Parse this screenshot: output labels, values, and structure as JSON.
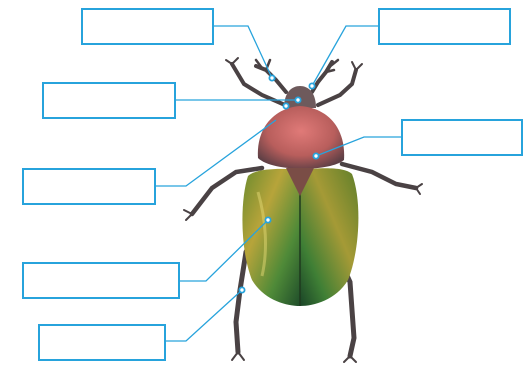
{
  "diagram": {
    "subject": "beetle",
    "accent_color": "#27a3dc",
    "labels": [
      {
        "id": "antenna-left",
        "text": ""
      },
      {
        "id": "antenna-right",
        "text": ""
      },
      {
        "id": "head",
        "text": ""
      },
      {
        "id": "pronotum",
        "text": ""
      },
      {
        "id": "thorax",
        "text": ""
      },
      {
        "id": "elytra",
        "text": ""
      },
      {
        "id": "leg",
        "text": ""
      }
    ]
  }
}
